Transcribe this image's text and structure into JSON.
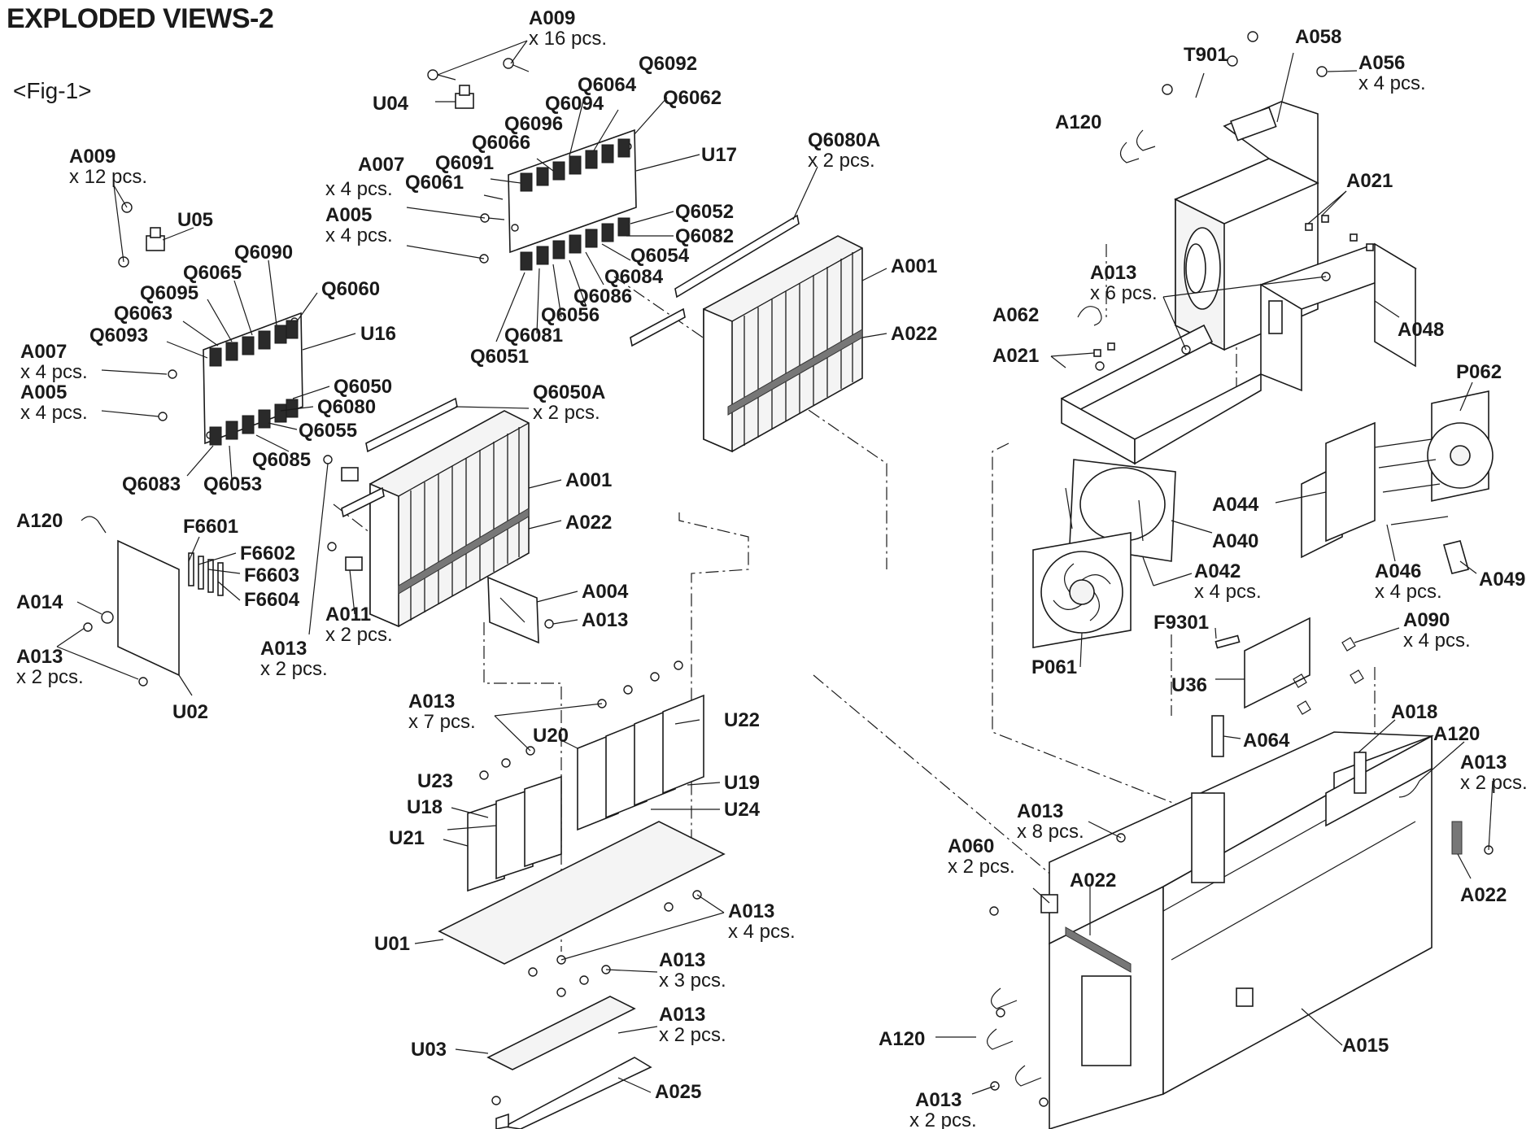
{
  "page": {
    "title": "EXPLODED VIEWS-2",
    "figure": "<Fig-1>"
  },
  "labels": {
    "A009_top": {
      "code": "A009",
      "qty": "x 16 pcs."
    },
    "U04": {
      "code": "U04"
    },
    "Q6092": {
      "code": "Q6092"
    },
    "Q6064": {
      "code": "Q6064"
    },
    "Q6094": {
      "code": "Q6094"
    },
    "Q6062": {
      "code": "Q6062"
    },
    "Q6096": {
      "code": "Q6096"
    },
    "Q6066": {
      "code": "Q6066"
    },
    "U17": {
      "code": "U17"
    },
    "Q6091": {
      "code": "Q6091"
    },
    "Q6061": {
      "code": "Q6061"
    },
    "A007_top": {
      "code": "A007",
      "qty": "x 4 pcs."
    },
    "A005_top": {
      "code": "A005",
      "qty": "x 4 pcs."
    },
    "Q6052": {
      "code": "Q6052"
    },
    "Q6082": {
      "code": "Q6082"
    },
    "Q6054": {
      "code": "Q6054"
    },
    "Q6084": {
      "code": "Q6084"
    },
    "Q6086": {
      "code": "Q6086"
    },
    "Q6056": {
      "code": "Q6056"
    },
    "Q6081": {
      "code": "Q6081"
    },
    "Q6051": {
      "code": "Q6051"
    },
    "Q6080A": {
      "code": "Q6080A",
      "qty": "x 2 pcs."
    },
    "A001_top": {
      "code": "A001"
    },
    "A022_top": {
      "code": "A022"
    },
    "A009_left": {
      "code": "A009",
      "qty": "x 12 pcs."
    },
    "U05": {
      "code": "U05"
    },
    "Q6090": {
      "code": "Q6090"
    },
    "Q6065": {
      "code": "Q6065"
    },
    "Q6060": {
      "code": "Q6060"
    },
    "Q6095": {
      "code": "Q6095"
    },
    "Q6063": {
      "code": "Q6063"
    },
    "Q6093": {
      "code": "Q6093"
    },
    "U16": {
      "code": "U16"
    },
    "A007_left": {
      "code": "A007",
      "qty": "x 4 pcs."
    },
    "A005_left": {
      "code": "A005",
      "qty": "x 4 pcs."
    },
    "Q6050": {
      "code": "Q6050"
    },
    "Q6080": {
      "code": "Q6080"
    },
    "Q6055": {
      "code": "Q6055"
    },
    "Q6085": {
      "code": "Q6085"
    },
    "Q6083": {
      "code": "Q6083"
    },
    "Q6053": {
      "code": "Q6053"
    },
    "Q6050A": {
      "code": "Q6050A",
      "qty": "x 2 pcs."
    },
    "A001_mid": {
      "code": "A001"
    },
    "A022_mid": {
      "code": "A022"
    },
    "A004": {
      "code": "A004"
    },
    "A013_a004": {
      "code": "A013"
    },
    "A120_left": {
      "code": "A120"
    },
    "F6601": {
      "code": "F6601"
    },
    "F6602": {
      "code": "F6602"
    },
    "F6603": {
      "code": "F6603"
    },
    "F6604": {
      "code": "F6604"
    },
    "A014": {
      "code": "A014"
    },
    "A013_u02": {
      "code": "A013",
      "qty": "x 2 pcs."
    },
    "U02": {
      "code": "U02"
    },
    "A011": {
      "code": "A011",
      "qty": "x 2 pcs."
    },
    "A013_a011": {
      "code": "A013",
      "qty": "x 2 pcs."
    },
    "A013_7": {
      "code": "A013",
      "qty": "x 7 pcs."
    },
    "U20": {
      "code": "U20"
    },
    "U22": {
      "code": "U22"
    },
    "U19": {
      "code": "U19"
    },
    "U24": {
      "code": "U24"
    },
    "U23": {
      "code": "U23"
    },
    "U18": {
      "code": "U18"
    },
    "U21": {
      "code": "U21"
    },
    "A013_4": {
      "code": "A013",
      "qty": "x 4 pcs."
    },
    "U01": {
      "code": "U01"
    },
    "A013_3": {
      "code": "A013",
      "qty": "x 3 pcs."
    },
    "A013_2b": {
      "code": "A013",
      "qty": "x 2 pcs."
    },
    "U03": {
      "code": "U03"
    },
    "A025": {
      "code": "A025"
    },
    "T901": {
      "code": "T901"
    },
    "A058": {
      "code": "A058"
    },
    "A056": {
      "code": "A056",
      "qty": "x 4 pcs."
    },
    "A120_top": {
      "code": "A120"
    },
    "A021_top": {
      "code": "A021"
    },
    "A013_6": {
      "code": "A013",
      "qty": "x 6 pcs."
    },
    "A062": {
      "code": "A062"
    },
    "A048": {
      "code": "A048"
    },
    "A021_mid": {
      "code": "A021"
    },
    "P062": {
      "code": "P062"
    },
    "A044": {
      "code": "A044"
    },
    "A040": {
      "code": "A040"
    },
    "A042": {
      "code": "A042",
      "qty": "x 4 pcs."
    },
    "A046": {
      "code": "A046",
      "qty": "x 4 pcs."
    },
    "A049": {
      "code": "A049"
    },
    "P061": {
      "code": "P061"
    },
    "F9301": {
      "code": "F9301"
    },
    "A090": {
      "code": "A090",
      "qty": "x 4 pcs."
    },
    "U36": {
      "code": "U36"
    },
    "A018": {
      "code": "A018"
    },
    "A064": {
      "code": "A064"
    },
    "A120_right": {
      "code": "A120"
    },
    "A013_right": {
      "code": "A013",
      "qty": "x 2 pcs."
    },
    "A013_8": {
      "code": "A013",
      "qty": "x 8 pcs."
    },
    "A060": {
      "code": "A060",
      "qty": "x 2 pcs."
    },
    "A022_bottom": {
      "code": "A022"
    },
    "A022_right": {
      "code": "A022"
    },
    "A120_bottom": {
      "code": "A120"
    },
    "A015": {
      "code": "A015"
    },
    "A013_bottom": {
      "code": "A013",
      "qty": "x 2 pcs."
    }
  }
}
